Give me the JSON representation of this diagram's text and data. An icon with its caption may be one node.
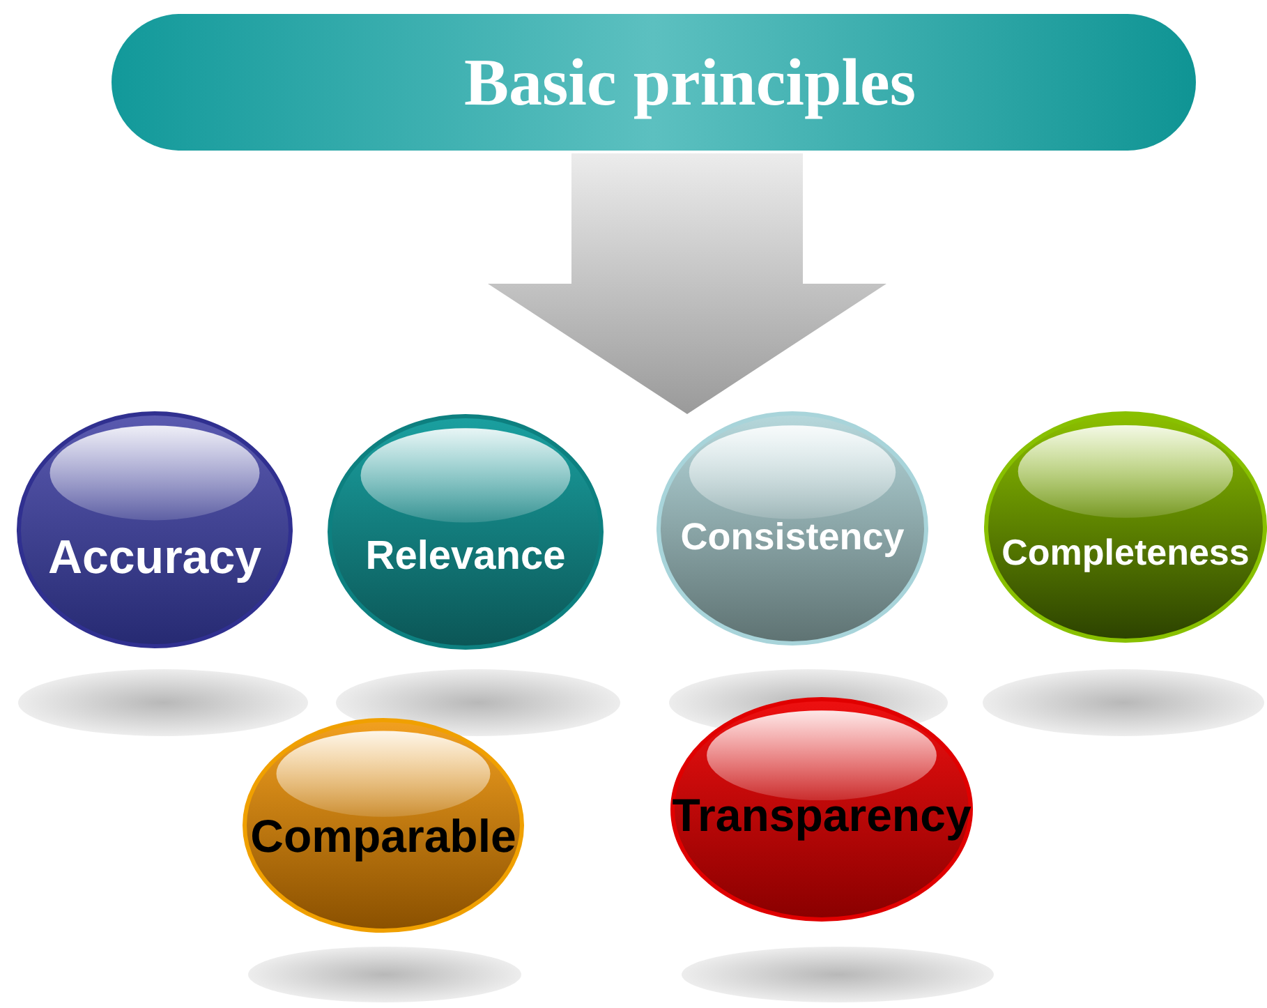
{
  "diagram": {
    "nodes": [
      {
        "text": [
          "Basic principles"
        ]
      },
      {
        "text": [
          "Accuracy"
        ]
      },
      {
        "text": [
          "Relevance"
        ]
      },
      {
        "text": [
          "Consistency"
        ]
      },
      {
        "text": [
          "Completeness"
        ]
      },
      {
        "text": [
          "Comparable"
        ]
      },
      {
        "text": [
          "Transparency"
        ]
      }
    ],
    "edges": [
      {
        "from": 0,
        "to": 3,
        "arrow": "to",
        "style": "thick",
        "color": "#9a9a9a"
      }
    ]
  }
}
